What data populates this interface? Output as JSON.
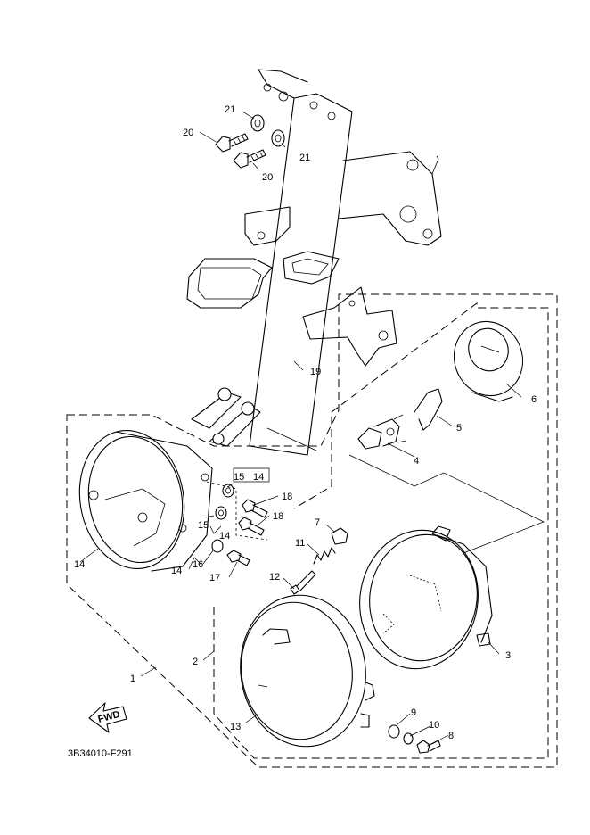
{
  "diagram": {
    "catalog_code": "3B34010-F291",
    "fwd_label": "FWD",
    "parts": [
      {
        "id": "p1",
        "label": "1"
      },
      {
        "id": "p2",
        "label": "2"
      },
      {
        "id": "p3",
        "label": "3"
      },
      {
        "id": "p4",
        "label": "4"
      },
      {
        "id": "p5",
        "label": "5"
      },
      {
        "id": "p6",
        "label": "6"
      },
      {
        "id": "p7",
        "label": "7"
      },
      {
        "id": "p8",
        "label": "8"
      },
      {
        "id": "p9",
        "label": "9"
      },
      {
        "id": "p10",
        "label": "10"
      },
      {
        "id": "p11",
        "label": "11"
      },
      {
        "id": "p12",
        "label": "12"
      },
      {
        "id": "p13",
        "label": "13"
      },
      {
        "id": "p14a",
        "label": "14"
      },
      {
        "id": "p14b",
        "label": "14"
      },
      {
        "id": "p14c",
        "label": "14"
      },
      {
        "id": "p14d",
        "label": "14"
      },
      {
        "id": "p15a",
        "label": "15"
      },
      {
        "id": "p15b",
        "label": "15"
      },
      {
        "id": "p16",
        "label": "16"
      },
      {
        "id": "p17",
        "label": "17"
      },
      {
        "id": "p18a",
        "label": "18"
      },
      {
        "id": "p18b",
        "label": "18"
      },
      {
        "id": "p19",
        "label": "19"
      },
      {
        "id": "p20a",
        "label": "20"
      },
      {
        "id": "p20b",
        "label": "20"
      },
      {
        "id": "p21a",
        "label": "21"
      },
      {
        "id": "p21b",
        "label": "21"
      }
    ]
  }
}
